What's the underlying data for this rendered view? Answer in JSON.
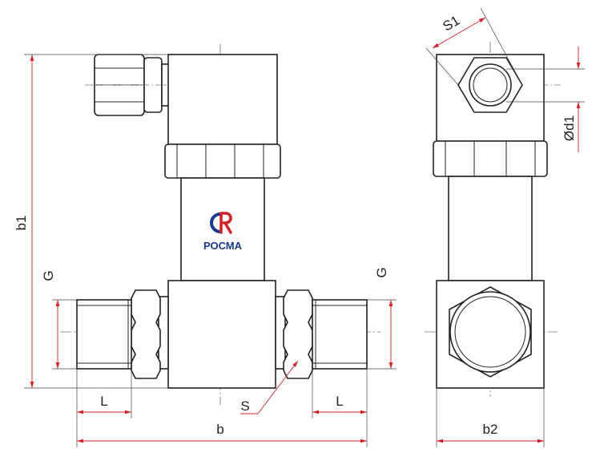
{
  "logo": {
    "mark": "CR",
    "text": "РОСМА",
    "colors": {
      "red": "#d2232a",
      "blue": "#1b3a8c"
    }
  },
  "dimensions": {
    "b1": "b1",
    "G_left": "G",
    "G_right": "G",
    "L_left": "L",
    "L_right": "L",
    "S": "S",
    "b": "b",
    "S1": "S1",
    "d1": "Ød1",
    "b2": "b2"
  },
  "colors": {
    "outline": "#222222",
    "dimension_line": "#d2232a",
    "centerline": "#777777"
  }
}
